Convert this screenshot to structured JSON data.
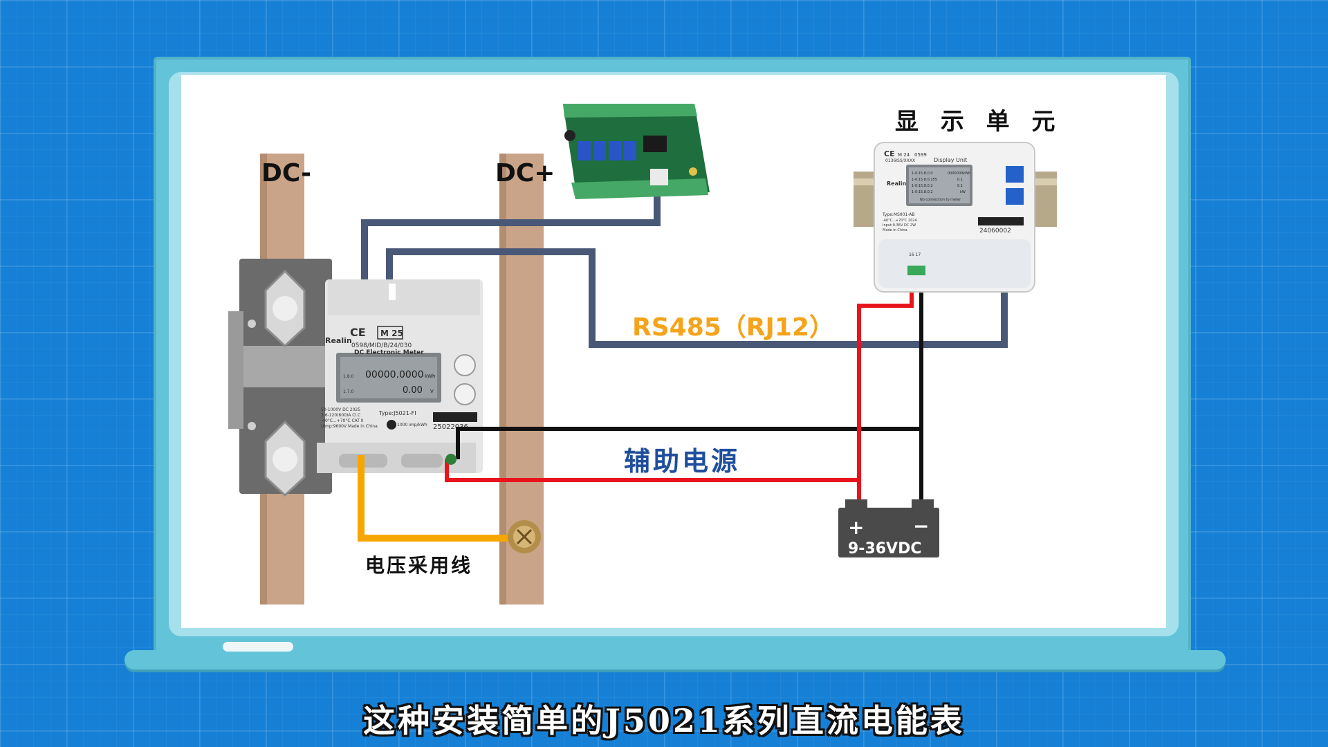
{
  "labels": {
    "dc_minus": "DC-",
    "dc_plus": "DC+",
    "display_unit_title": "显 示 单 元",
    "rs485": "RS485（RJ12）",
    "aux_power": "辅助电源",
    "voltage_line": "电压采用线"
  },
  "battery": {
    "plus": "+",
    "minus": "−",
    "voltage": "9-36VDC"
  },
  "meter": {
    "brand": "Realin",
    "ce": "CE",
    "m_mark": "M 25",
    "model_code": "0598/MID/B/24/030",
    "name": "DC Electronic Meter",
    "lcd_line1": "00000.0000",
    "lcd_unit1": "kWh",
    "lcd_line2": "0.00",
    "lcd_unit2": "V",
    "lcd_side1": "1.8.0",
    "lcd_side2": "1.7.0",
    "spec_line1": "50-1000V  DC  2025",
    "spec_line2": "3.6-120(600)A  Cl.C",
    "spec_line3": "-40°C...+70°C  CAT II",
    "spec_line4": "Uimp:9600V  Made in China",
    "type": "Type:J5021-FI",
    "imp": "1000 imp/kWh",
    "serial": "25022036"
  },
  "display_unit": {
    "brand": "Realin",
    "ce": "CE",
    "m_mark": "M 24",
    "cert": "0599",
    "code": "0136ISS/XXXX",
    "name": "Display Unit",
    "screen_line1": "1-0:15.8.0.0",
    "screen_line2": "1-0:15.8.0.255",
    "screen_line3": "1-0:15.8.0.2",
    "screen_line4": "1-0:15.8.0.2",
    "screen_val1": "0000000kWh",
    "screen_val2": "0.1",
    "screen_val3": "0.1",
    "screen_val4": "kW",
    "screen_msg": "No connection to meter",
    "type": "Type:MS001-AB",
    "spec1": "-40°C...+70°C  2024",
    "spec2": "Input:9-36V DC  2W",
    "spec3": "Made in China",
    "serial": "24060002",
    "terminals": "16  17"
  },
  "subtitle": "这种安装简单的J5021系列直流电能表",
  "colors": {
    "background": "#1580d6",
    "board": "#63c3d9",
    "rs485_wire": "#4a5878",
    "red_wire": "#e8141c",
    "black_wire": "#111111",
    "yellow_wire": "#f7a600",
    "busbar": "#c9a488"
  }
}
